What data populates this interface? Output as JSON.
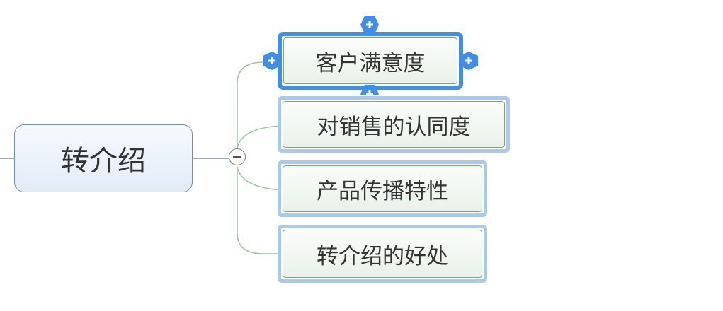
{
  "central_topic": {
    "label": "转介绍"
  },
  "subtopics": [
    {
      "label": "客户满意度",
      "selected": true
    },
    {
      "label": "对销售的认同度",
      "selected": false
    },
    {
      "label": "产品传播特性",
      "selected": false
    },
    {
      "label": "转介绍的好处",
      "selected": false
    }
  ],
  "colors": {
    "connector": "#9cc49c",
    "central_border": "#6f8fb4",
    "selection": "#3f8ee8",
    "subtopic_frame": "#a9c9ef",
    "subtopic_border": "#79a879"
  },
  "icons": {
    "handles": [
      "plus-icon",
      "plus-icon",
      "plus-icon",
      "plus-icon"
    ],
    "toggle": "minus-icon"
  }
}
